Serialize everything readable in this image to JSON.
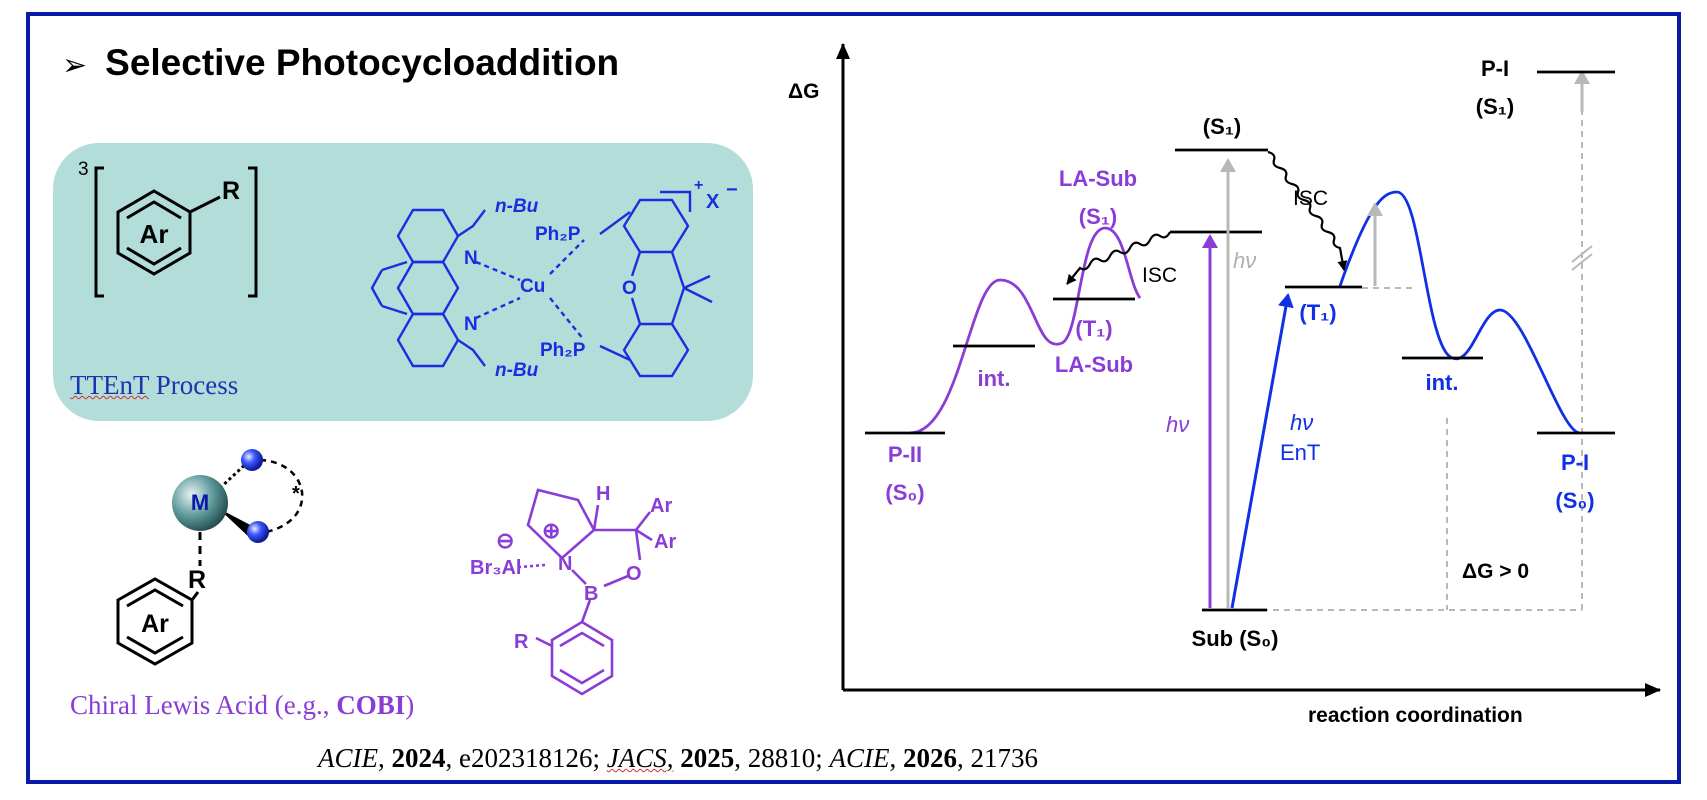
{
  "title": "Selective Photocycloaddition",
  "ttent_box": {
    "label_prefix": "TTEnT",
    "label_suffix": " Process",
    "superscript": "3",
    "ar_label": "Ar",
    "r_label": "R",
    "catalyst": {
      "nbu_top": "n-Bu",
      "nbu_bottom": "n-Bu",
      "n_top": "N",
      "n_bottom": "N",
      "cu": "Cu",
      "ph2p_top": "Ph₂P",
      "ph2p_bottom": "Ph₂P",
      "o": "O",
      "charge": "+",
      "counterion": "X",
      "counter_charge": "−"
    }
  },
  "chiral_lewis_acid": {
    "label_prefix": "Chiral Lewis Acid (e.g., ",
    "label_bold": "COBI",
    "label_suffix": ")",
    "metal": "M",
    "star": "*",
    "r": "R",
    "ar": "Ar",
    "cobi": {
      "h": "H",
      "ar1": "Ar",
      "ar2": "Ar",
      "minus": "⊖",
      "plus": "⊕",
      "br3al": "Br₃Al",
      "n": "N",
      "b": "B",
      "o": "O",
      "r": "R"
    }
  },
  "references": [
    {
      "journal": "ACIE",
      "year": "2024",
      "page": "e202318126"
    },
    {
      "journal": "JACS,",
      "year": "2025",
      "page": "28810"
    },
    {
      "journal": "ACIE",
      "year": "2026",
      "page": "21736"
    }
  ],
  "energy_diagram": {
    "y_axis": "ΔG",
    "x_axis": "reaction coordination",
    "labels": {
      "p_ii": "P-II",
      "p_ii_state": "(S₀)",
      "int_left": "int.",
      "t1_la": "(T₁)",
      "la_sub_bottom": "LA-Sub",
      "la_sub_top": "LA-Sub",
      "la_sub_s1": "(S₁)",
      "s1_top": "(S₁)",
      "isc_left": "ISC",
      "isc_right": "ISC",
      "hv_grey": "hν",
      "hv_purple": "hν",
      "hv_blue": "hν",
      "ent": "EnT",
      "t1_blue": "(T₁)",
      "int_right": "int.",
      "p_i": "P-I",
      "p_i_state": "(S₀)",
      "p_i_top": "P-I",
      "p_i_top_state": "(S₁)",
      "sub": "Sub (S₀)",
      "dg_pos": "ΔG > 0"
    },
    "colors": {
      "purple": "#8a3dd6",
      "blue": "#1030e8",
      "grey": "#b0b0b0",
      "black": "#000000"
    }
  }
}
